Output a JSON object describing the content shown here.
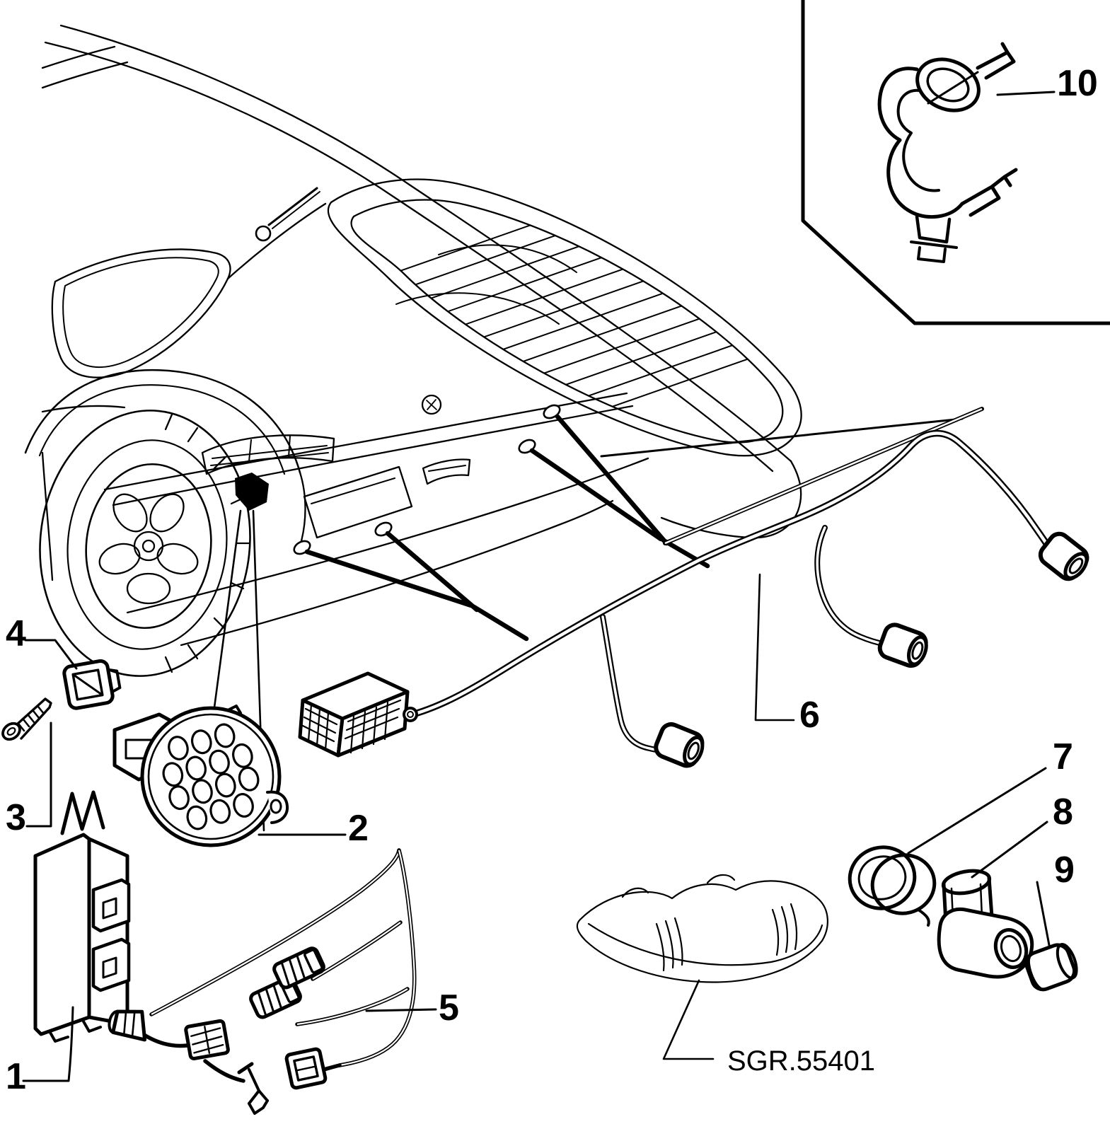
{
  "diagram": {
    "type": "exploded-parts-diagram",
    "subject": "car rear parking sensor wiring",
    "colors": {
      "line": "#000000",
      "background": "#ffffff"
    },
    "callouts": {
      "c1": "1",
      "c2": "2",
      "c3": "3",
      "c4": "4",
      "c5": "5",
      "c6": "6",
      "c7": "7",
      "c8": "8",
      "c9": "9",
      "c10": "10"
    },
    "reference": {
      "code": "SGR.55401"
    }
  }
}
